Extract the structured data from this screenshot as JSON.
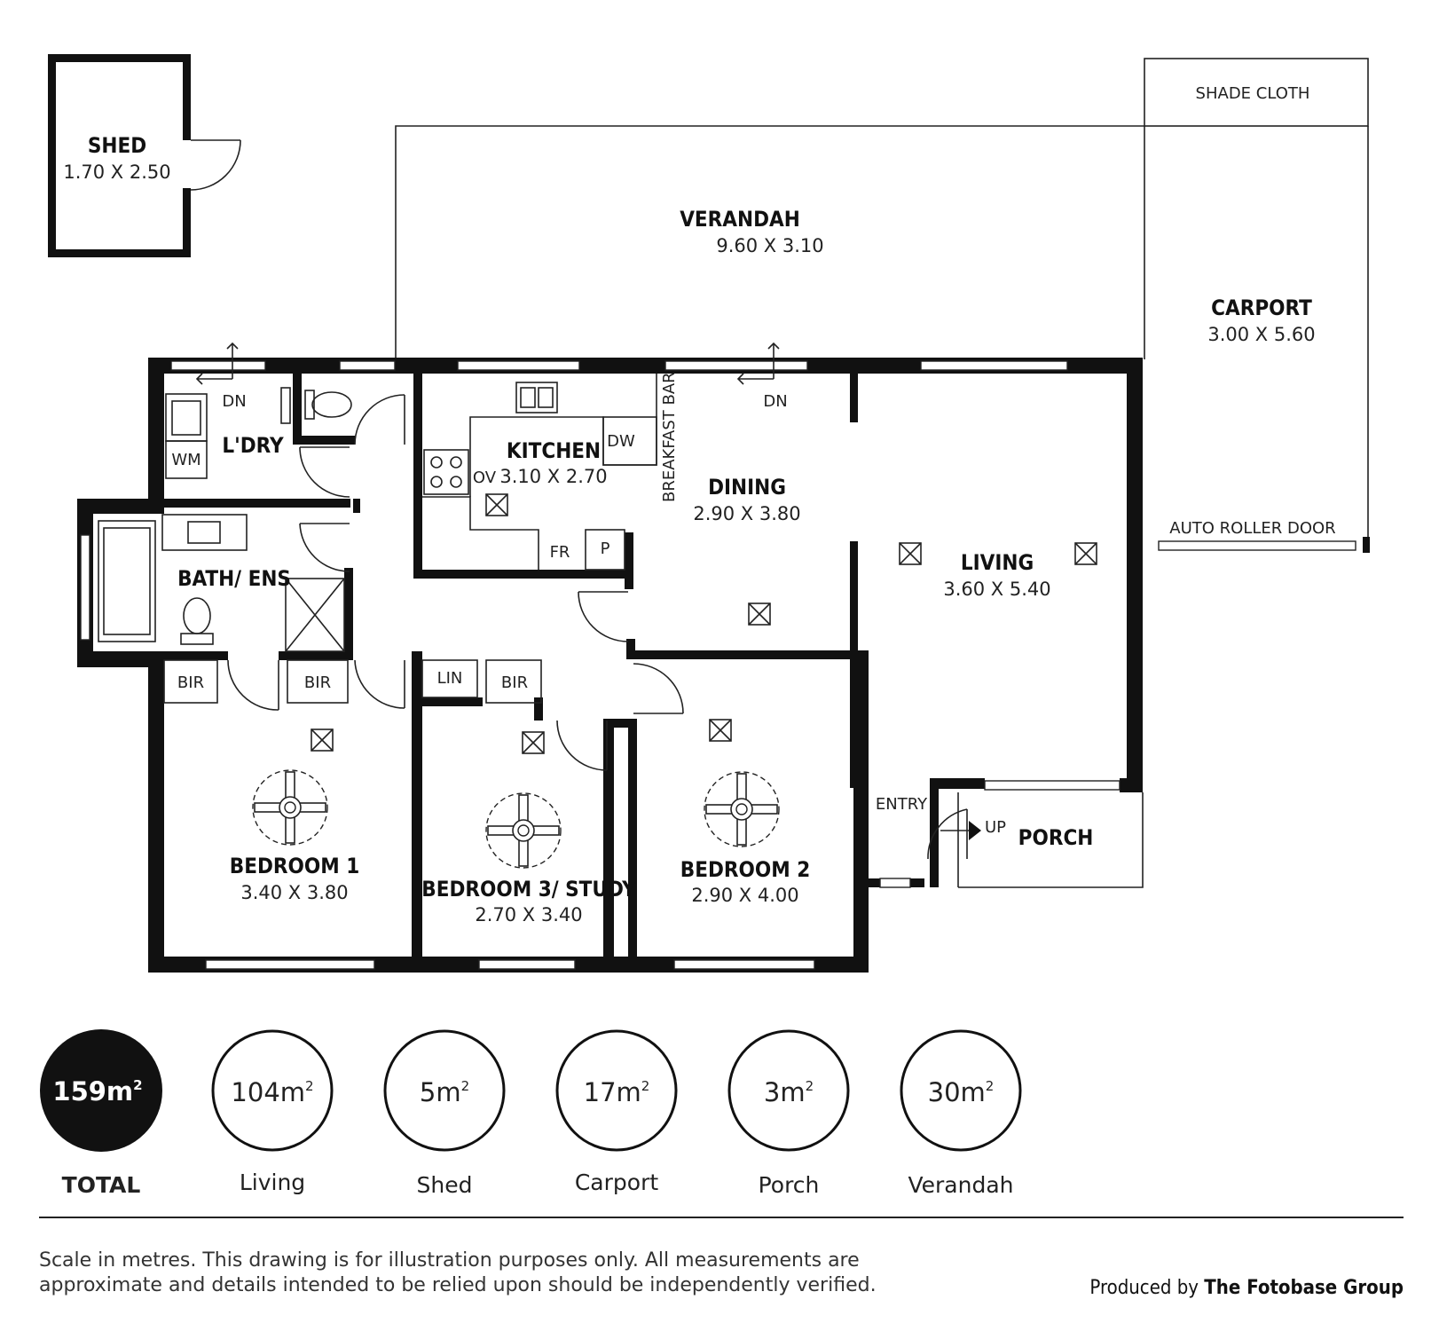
{
  "rooms": {
    "shed": {
      "name": "SHED",
      "dims": "1.70 X 2.50"
    },
    "verandah": {
      "name": "VERANDAH",
      "dims": "9.60 X 3.10"
    },
    "carport": {
      "name": "CARPORT",
      "dims": "3.00 X 5.60"
    },
    "kitchen": {
      "name": "KITCHEN",
      "dims": "3.10 X 2.70"
    },
    "dining": {
      "name": "DINING",
      "dims": "2.90 X 3.80"
    },
    "living": {
      "name": "LIVING",
      "dims": "3.60 X 5.40"
    },
    "laundry": {
      "name": "L'DRY"
    },
    "bath": {
      "name": "BATH/ ENS"
    },
    "bedroom1": {
      "name": "BEDROOM 1",
      "dims": "3.40 X 3.80"
    },
    "bedroom3": {
      "name": "BEDROOM 3/ STUDY",
      "dims": "2.70 X 3.40"
    },
    "bedroom2": {
      "name": "BEDROOM 2",
      "dims": "2.90 X 4.00"
    },
    "porch": {
      "name": "PORCH"
    },
    "entry": {
      "name": "ENTRY"
    }
  },
  "labels": {
    "shade_cloth": "SHADE CLOTH",
    "auto_roller_door": "AUTO ROLLER DOOR",
    "dn": "DN",
    "up": "UP",
    "wm": "WM",
    "dw": "DW",
    "ov": "OV",
    "fr": "FR",
    "p": "P",
    "lin": "LIN",
    "bir": "BIR",
    "breakfast_bar": "BREAKFAST BAR"
  },
  "areas": {
    "total": {
      "value": "159m",
      "sup": "2",
      "label": "TOTAL"
    },
    "items": [
      {
        "value": "104m",
        "sup": "2",
        "label": "Living"
      },
      {
        "value": "5m",
        "sup": "2",
        "label": "Shed"
      },
      {
        "value": "17m",
        "sup": "2",
        "label": "Carport"
      },
      {
        "value": "3m",
        "sup": "2",
        "label": "Porch"
      },
      {
        "value": "30m",
        "sup": "2",
        "label": "Verandah"
      }
    ]
  },
  "footer": {
    "note_line1": "Scale in metres. This drawing is for illustration purposes only. All measurements are",
    "note_line2": "approximate and details intended to be relied upon should be independently verified.",
    "credit_prefix": "Produced by ",
    "credit_name": "The Fotobase Group"
  },
  "colors": {
    "wall": "#111111",
    "background": "#ffffff"
  }
}
